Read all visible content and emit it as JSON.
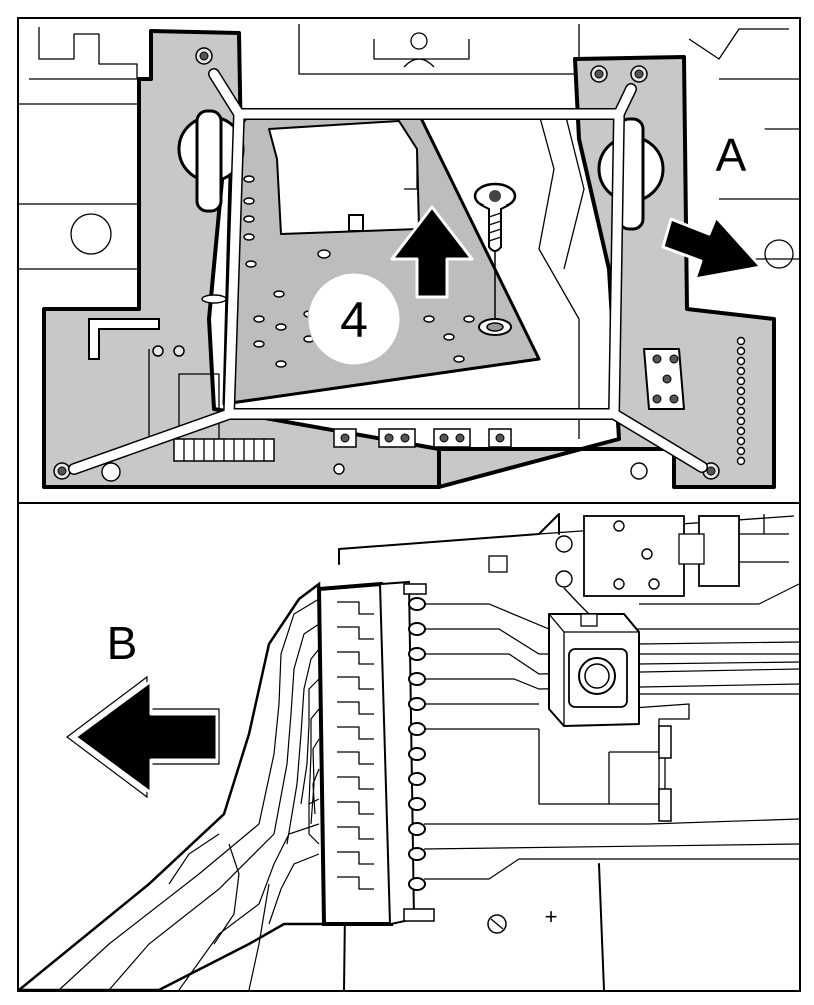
{
  "figure": {
    "step_number": "4",
    "direction_labels": {
      "a": "A",
      "b": "B"
    },
    "extra_mark": "+"
  },
  "colors": {
    "plate": "#c8c8c8",
    "board": "#bdbdbd",
    "arrow": "#000000",
    "background": "#ffffff"
  },
  "icons": [
    "screw-icon",
    "up-arrow-icon",
    "right-arrow-icon",
    "left-arrow-icon",
    "connector-icon"
  ]
}
